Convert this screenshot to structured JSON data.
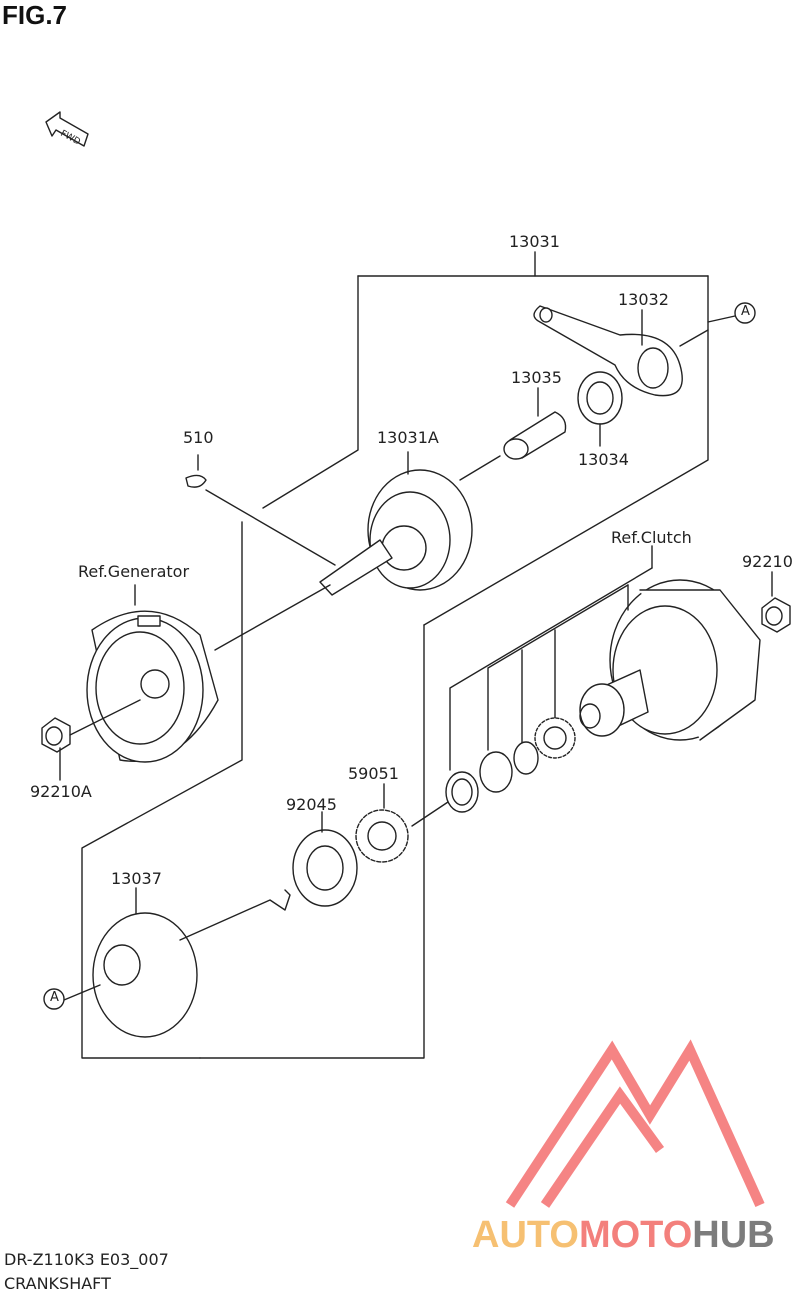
{
  "figure": {
    "title": "FIG.7",
    "fwd_label": "FWD"
  },
  "callouts": {
    "p13031": "13031",
    "p13032": "13032",
    "p13035": "13035",
    "p13034": "13034",
    "p13031A": "13031A",
    "p510": "510",
    "ref_generator": "Ref.Generator",
    "ref_clutch": "Ref.Clutch",
    "p92210": "92210",
    "p92210A": "92210A",
    "p59051": "59051",
    "p92045": "92045",
    "p13037": "13037",
    "a_top": "A",
    "a_bottom": "A"
  },
  "footer": {
    "model": "DR-Z110K3 E03_007",
    "section": "CRANKSHAFT"
  },
  "watermark": {
    "word1": "AUTO",
    "word2": "MOTO",
    "word3": "HUB",
    "colors": {
      "orange": "#f5b65a",
      "red": "#f26b66",
      "gray": "#6e6e6e",
      "mark": "#f25c5c"
    }
  }
}
